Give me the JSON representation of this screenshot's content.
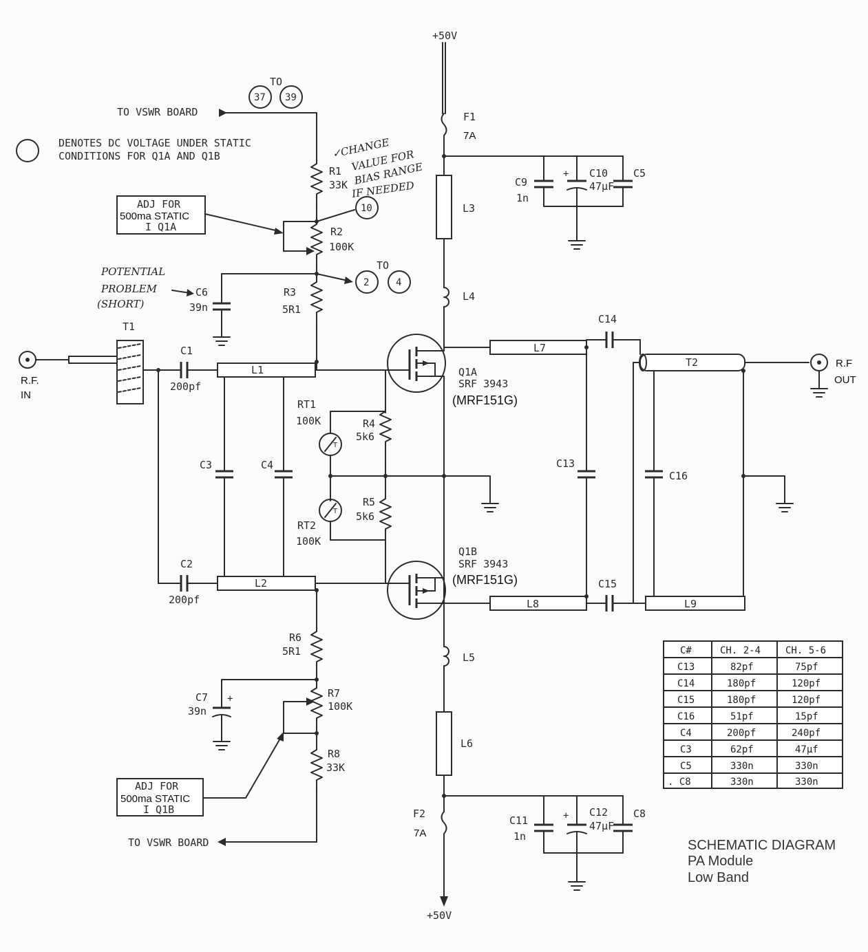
{
  "supply": {
    "top": "+50V",
    "bottom": "+50V"
  },
  "note": {
    "text_line1": "DENOTES DC VOLTAGE UNDER STATIC",
    "text_line2": "CONDITIONS FOR Q1A AND Q1B"
  },
  "vswr": {
    "top": "TO VSWR BOARD",
    "bottom": "TO VSWR BOARD"
  },
  "nodes": {
    "to_label": "TO",
    "n37": "37",
    "n39": "39",
    "n10": "10",
    "n2": "2",
    "n4": "4",
    "to_label2": "TO"
  },
  "handwriting": {
    "change": [
      "✓CHANGE",
      "VALUE FOR",
      "BIAS RANGE",
      "IF NEEDED"
    ],
    "problem": [
      "POTENTIAL",
      "PROBLEM",
      "(SHORT)"
    ]
  },
  "adj_top": [
    "ADJ FOR",
    "500ma STATIC",
    "I Q1A"
  ],
  "adj_bottom": [
    "ADJ FOR",
    "500ma STATIC",
    "I Q1B"
  ],
  "components": {
    "F1": "F1",
    "F1v": "7A",
    "F2": "F2",
    "F2v": "7A",
    "R1": "R1",
    "R1v": "33K",
    "R2": "R2",
    "R2v": "100K",
    "R3": "R3",
    "R3v": "5R1",
    "R4": "R4",
    "R4v": "5k6",
    "R5": "R5",
    "R5v": "5k6",
    "R6": "R6",
    "R6v": "5R1",
    "R7": "R7",
    "R7v": "100K",
    "R8": "R8",
    "R8v": "33K",
    "RT1": "RT1",
    "RT1v": "100K",
    "RT2": "RT2",
    "RT2v": "100K",
    "C1": "C1",
    "C1v": "200pf",
    "C2": "C2",
    "C2v": "200pf",
    "C3": "C3",
    "C4": "C4",
    "C5": "C5",
    "C6": "C6",
    "C6v": "39n",
    "C7": "C7",
    "C7v": "39n",
    "C8": "C8",
    "C9": "C9",
    "C9v": "1n",
    "C10": "C10",
    "C10v": "47µF",
    "C11": "C11",
    "C11v": "1n",
    "C12": "C12",
    "C12v": "47µF",
    "C13": "C13",
    "C14": "C14",
    "C15": "C15",
    "C16": "C16",
    "L1": "L1",
    "L2": "L2",
    "L3": "L3",
    "L4": "L4",
    "L5": "L5",
    "L6": "L6",
    "L7": "L7",
    "L8": "L8",
    "L9": "L9",
    "T1": "T1",
    "T2": "T2",
    "Q1A": "Q1A",
    "Q1Apart": "SRF 3943",
    "Q1Aalt": "(MRF151G)",
    "Q1B": "Q1B",
    "Q1Bpart": "SRF 3943",
    "Q1Balt": "(MRF151G)",
    "plus": "+"
  },
  "rf_in": [
    "R.F.",
    "IN"
  ],
  "rf_out": [
    "R.F",
    "OUT"
  ],
  "table": {
    "headers": [
      "C#",
      "CH. 2-4",
      "CH. 5-6"
    ],
    "rows": [
      [
        "C13",
        "82pf",
        "75pf"
      ],
      [
        "C14",
        "180pf",
        "120pf"
      ],
      [
        "C15",
        "180pf",
        "120pf"
      ],
      [
        "C16",
        "51pf",
        "15pf"
      ],
      [
        "C4",
        "200pf",
        "240pf"
      ],
      [
        "C3",
        "62pf",
        "47µf"
      ],
      [
        "C5",
        "330n",
        "330n"
      ],
      [
        ". C8",
        "330n",
        "330n"
      ]
    ]
  },
  "caption": [
    "SCHEMATIC DIAGRAM",
    "PA Module",
    "Low Band"
  ]
}
